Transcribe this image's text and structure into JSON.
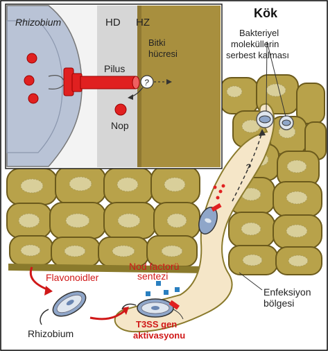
{
  "inset": {
    "rhizobium_label": "Rhizobium",
    "hd_label": "HD",
    "hz_label": "HZ",
    "plant_cell_line1": "Bitki",
    "plant_cell_line2": "hücresi",
    "pilus_label": "Pilus",
    "nop_label": "Nop",
    "question_mark": "?"
  },
  "root": {
    "title": "Kök",
    "bacterial_release_line1": "Bakteriyel",
    "bacterial_release_line2": "moleküllerin",
    "bacterial_release_line3": "serbest kalması",
    "infection_thread_question": "?",
    "infection_zone_line1": "Enfeksiyon",
    "infection_zone_line2": "bölgesi"
  },
  "process": {
    "flavonoids": "Flavonoidler",
    "nod_factor_line1": "Nod factorü",
    "nod_factor_line2": "sentezi",
    "rhizobium_bottom": "Rhizobium",
    "t3ss_line1": "T3SS gen",
    "t3ss_line2": "aktivasyonu"
  },
  "colors": {
    "cell_fill": "#b8a24a",
    "cell_stroke": "#6b5a1c",
    "nucleus": "#d9cf9a",
    "infection_thread": "#f5e6c8",
    "bacterium": "#8fa6c9",
    "pilus": "#e02020",
    "red_text": "#e01010",
    "nod_squares": "#2a7fc0",
    "inset_bacterium": "#b9c3d6",
    "inset_hd": "#d6d6d6",
    "inset_cell": "#a88f3e"
  }
}
